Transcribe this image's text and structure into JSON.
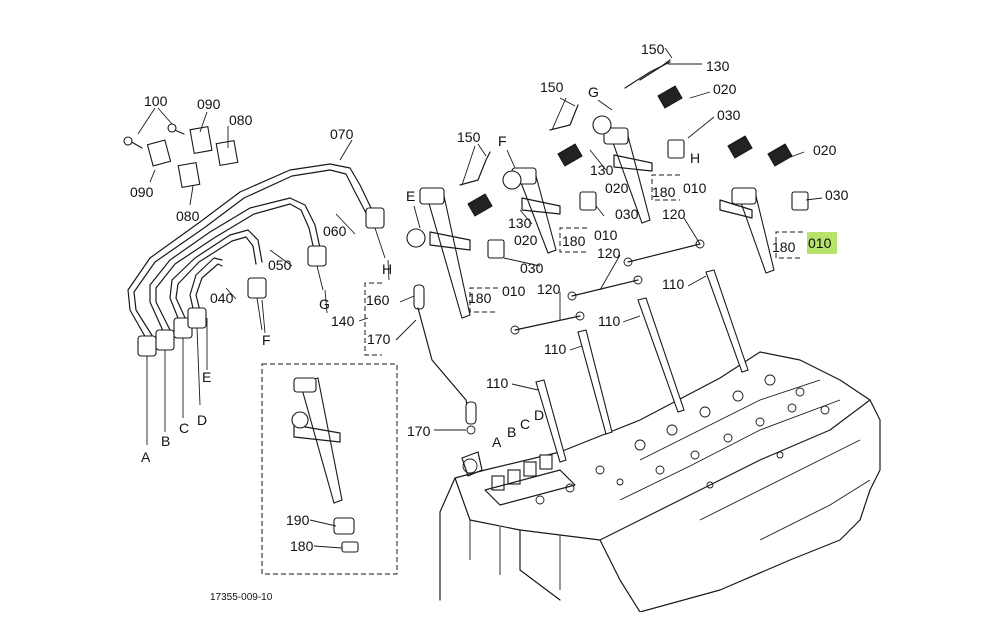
{
  "diagram": {
    "figure_code": "17355-009-10",
    "highlight_color": "#b5e36b",
    "callouts": [
      {
        "id": "c150a",
        "text": "150"
      },
      {
        "id": "c130a",
        "text": "130"
      },
      {
        "id": "c100",
        "text": "100"
      },
      {
        "id": "c090a",
        "text": "090"
      },
      {
        "id": "c080a",
        "text": "080"
      },
      {
        "id": "c070",
        "text": "070"
      },
      {
        "id": "c090b",
        "text": "090"
      },
      {
        "id": "c080b",
        "text": "080"
      },
      {
        "id": "c150b",
        "text": "150"
      },
      {
        "id": "c150c",
        "text": "150"
      },
      {
        "id": "cGtop",
        "text": "G"
      },
      {
        "id": "c020a",
        "text": "020"
      },
      {
        "id": "c030a",
        "text": "030"
      },
      {
        "id": "cF",
        "text": "F"
      },
      {
        "id": "c130b",
        "text": "130"
      },
      {
        "id": "c020b",
        "text": "020"
      },
      {
        "id": "cH",
        "text": "H"
      },
      {
        "id": "c020c",
        "text": "020"
      },
      {
        "id": "c180a",
        "text": "180"
      },
      {
        "id": "c010a",
        "text": "010"
      },
      {
        "id": "c030b",
        "text": "030"
      },
      {
        "id": "c030c",
        "text": "030"
      },
      {
        "id": "cE",
        "text": "E"
      },
      {
        "id": "c130c",
        "text": "130"
      },
      {
        "id": "c120a",
        "text": "120"
      },
      {
        "id": "c020d",
        "text": "020"
      },
      {
        "id": "c180b",
        "text": "180"
      },
      {
        "id": "c010b",
        "text": "010"
      },
      {
        "id": "c180c",
        "text": "180"
      },
      {
        "id": "c010c",
        "text": "010"
      },
      {
        "id": "c060",
        "text": "060"
      },
      {
        "id": "c030d",
        "text": "030"
      },
      {
        "id": "c120b",
        "text": "120"
      },
      {
        "id": "c050",
        "text": "050"
      },
      {
        "id": "cHb",
        "text": "H"
      },
      {
        "id": "c110a",
        "text": "110"
      },
      {
        "id": "c160",
        "text": "160"
      },
      {
        "id": "c040",
        "text": "040"
      },
      {
        "id": "c180d",
        "text": "180"
      },
      {
        "id": "c010d",
        "text": "010"
      },
      {
        "id": "c120c",
        "text": "120"
      },
      {
        "id": "cG",
        "text": "G"
      },
      {
        "id": "c140",
        "text": "140"
      },
      {
        "id": "c110b",
        "text": "110"
      },
      {
        "id": "c170a",
        "text": "170"
      },
      {
        "id": "cFb",
        "text": "F"
      },
      {
        "id": "c110c",
        "text": "110"
      },
      {
        "id": "cEb",
        "text": "E"
      },
      {
        "id": "c110d",
        "text": "110"
      },
      {
        "id": "cA",
        "text": "A"
      },
      {
        "id": "cB",
        "text": "B"
      },
      {
        "id": "cC",
        "text": "C"
      },
      {
        "id": "cD",
        "text": "D"
      },
      {
        "id": "c170b",
        "text": "170"
      },
      {
        "id": "cAb",
        "text": "A"
      },
      {
        "id": "cBb",
        "text": "B"
      },
      {
        "id": "cCb",
        "text": "C"
      },
      {
        "id": "cDb",
        "text": "D"
      },
      {
        "id": "c190",
        "text": "190"
      },
      {
        "id": "c180e",
        "text": "180"
      }
    ]
  }
}
